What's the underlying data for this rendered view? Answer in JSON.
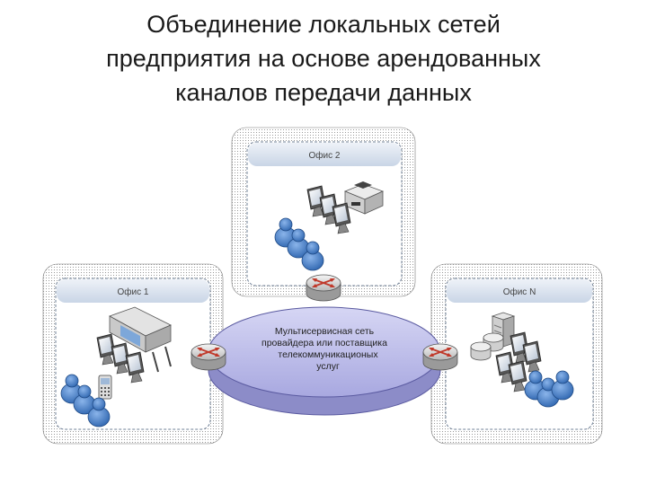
{
  "title": {
    "line1": "Объединение локальных сетей",
    "line2": "предприятия на основе арендованных",
    "line3": "каналов передачи данных"
  },
  "offices": {
    "office2": "Офис 2",
    "office1": "Офис 1",
    "officeN": "Офис N"
  },
  "center": {
    "line1": "Мультисервисная сеть",
    "line2": "провайдера или поставщика",
    "line3": "телекоммуникационых",
    "line4": "услуг"
  },
  "colors": {
    "disk": "#b8b8e8",
    "disk_side": "#8c8cc8",
    "office_header": "#d9e2ee",
    "person": "#4a7fc4",
    "router": "#c0392b"
  }
}
